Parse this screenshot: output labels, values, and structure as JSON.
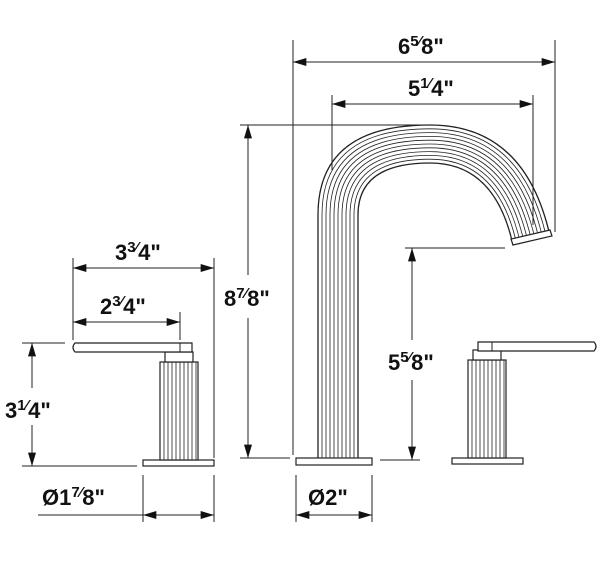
{
  "dimensions": {
    "handle_width": {
      "whole": "3",
      "num": "3",
      "den": "4",
      "unit": "\""
    },
    "handle_lever": {
      "whole": "2",
      "num": "3",
      "den": "4",
      "unit": "\""
    },
    "handle_height": {
      "whole": "3",
      "num": "1",
      "den": "4",
      "unit": "\""
    },
    "handle_base_dia": {
      "prefix": "Ø",
      "whole": "1",
      "num": "7",
      "den": "8",
      "unit": "\""
    },
    "spout_reach_total": {
      "whole": "6",
      "num": "5",
      "den": "8",
      "unit": "\""
    },
    "spout_reach": {
      "whole": "5",
      "num": "1",
      "den": "4",
      "unit": "\""
    },
    "spout_height": {
      "whole": "8",
      "num": "7",
      "den": "8",
      "unit": "\""
    },
    "spout_clearance": {
      "whole": "5",
      "num": "5",
      "den": "8",
      "unit": "\""
    },
    "spout_base_dia": {
      "prefix": "Ø",
      "whole": "2",
      "unit": "\""
    }
  },
  "colors": {
    "line": "#222222",
    "background": "#ffffff"
  }
}
